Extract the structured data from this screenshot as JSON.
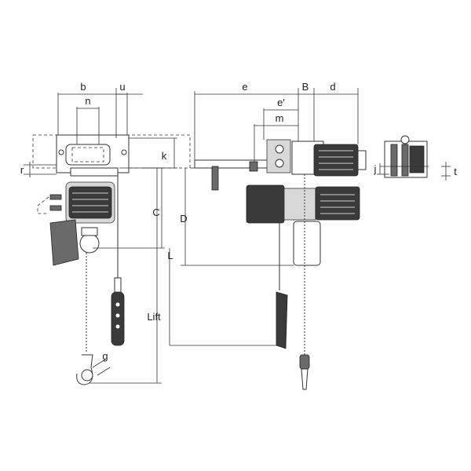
{
  "labels": {
    "b": "b",
    "n": "n",
    "u": "u",
    "k": "k",
    "r": "r",
    "C": "C",
    "D": "D",
    "L": "L",
    "lift": "Lift",
    "g": "g",
    "e": "e",
    "e_prime": "e'",
    "m": "m",
    "B": "B",
    "d": "d",
    "j": "j",
    "t": "t"
  }
}
